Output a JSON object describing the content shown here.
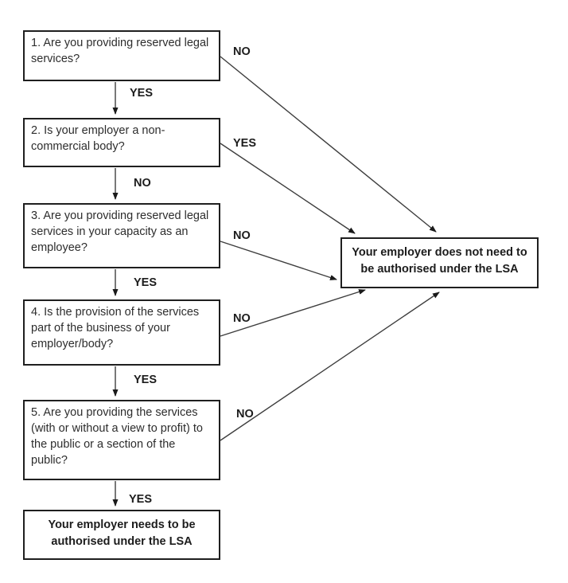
{
  "flowchart": {
    "labels": {
      "yes": "YES",
      "no": "NO"
    },
    "questions": [
      {
        "text": "1. Are you providing reserved legal\nservices?"
      },
      {
        "text": "2. Is your employer a non-\ncommercial body?"
      },
      {
        "text": "3. Are you providing reserved legal\nservices in your capacity as an\nemployee?"
      },
      {
        "text": "4. Is the provision of the services\npart of the business of your\nemployer/body?"
      },
      {
        "text": "5. Are you providing the services\n(with or without a view to profit) to\nthe public or a section of the\npublic?"
      }
    ],
    "outcomes": {
      "authorised_needed": "Your employer needs to be\nauthorised under the LSA",
      "authorised_not_needed": "Your employer does not need to\nbe authorised under the LSA"
    },
    "colors": {
      "background": "#ffffff",
      "box_border": "#1f1f1f",
      "text": "#2d2d2d",
      "arrow_line": "#3d3d3d",
      "arrow_head": "#1a1a1a"
    }
  }
}
